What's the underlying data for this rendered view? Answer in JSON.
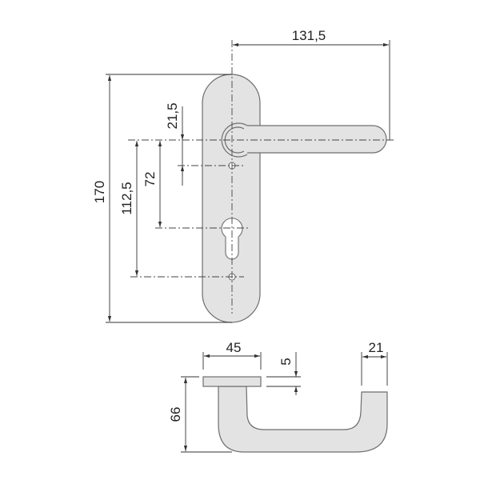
{
  "drawing": {
    "front_view": {
      "dimensions": {
        "lever_length": "131,5",
        "plate_height": "170",
        "lever_to_lower_screw": "112,5",
        "backset_to_cylinder": "72",
        "lever_to_upper_screw": "21,5"
      }
    },
    "side_view": {
      "dimensions": {
        "rosette_width": "45",
        "plate_thickness": "5",
        "handle_diameter": "21",
        "projection": "66"
      }
    },
    "colors": {
      "part_fill": "#e3e3e3",
      "outline": "#6e6e6e",
      "dimension": "#333333"
    }
  }
}
